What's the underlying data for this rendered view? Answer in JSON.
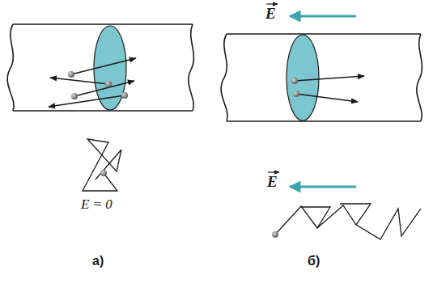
{
  "diagram": {
    "labels": [
      "E",
      "E",
      "E = 0",
      "а)",
      "б)"
    ]
  }
}
